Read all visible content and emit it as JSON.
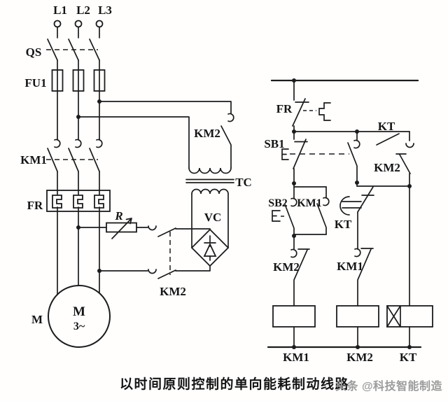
{
  "diagram": {
    "caption": "以时间原则控制的单向能耗制动线路",
    "watermark": "头条 @科技智能制造",
    "ink_color": "#1c1c1c",
    "watermark_color": "#9c9c9c",
    "background_color": "#fffefd"
  },
  "power": {
    "phases": [
      "L1",
      "L2",
      "L3"
    ],
    "qs": "QS",
    "fu1": "FU1",
    "km1_main": "KM1",
    "fr_main": "FR",
    "resistor": "R",
    "km2_line": "KM2",
    "tc": "TC",
    "vc": "VC",
    "km2_brake": "KM2",
    "motor_outside": "M",
    "motor_inner": "M",
    "motor_phase": "3~"
  },
  "control": {
    "fr": "FR",
    "sb1": "SB1",
    "sb2": "SB2",
    "km1_hold": "KM1",
    "kt_no": "KT",
    "km2_nc_top": "KM2",
    "kt_delay": "KT",
    "km2_interlock": "KM2",
    "km1_interlock": "KM1",
    "coils": {
      "km1": "KM1",
      "km2": "KM2",
      "kt": "KT"
    }
  }
}
